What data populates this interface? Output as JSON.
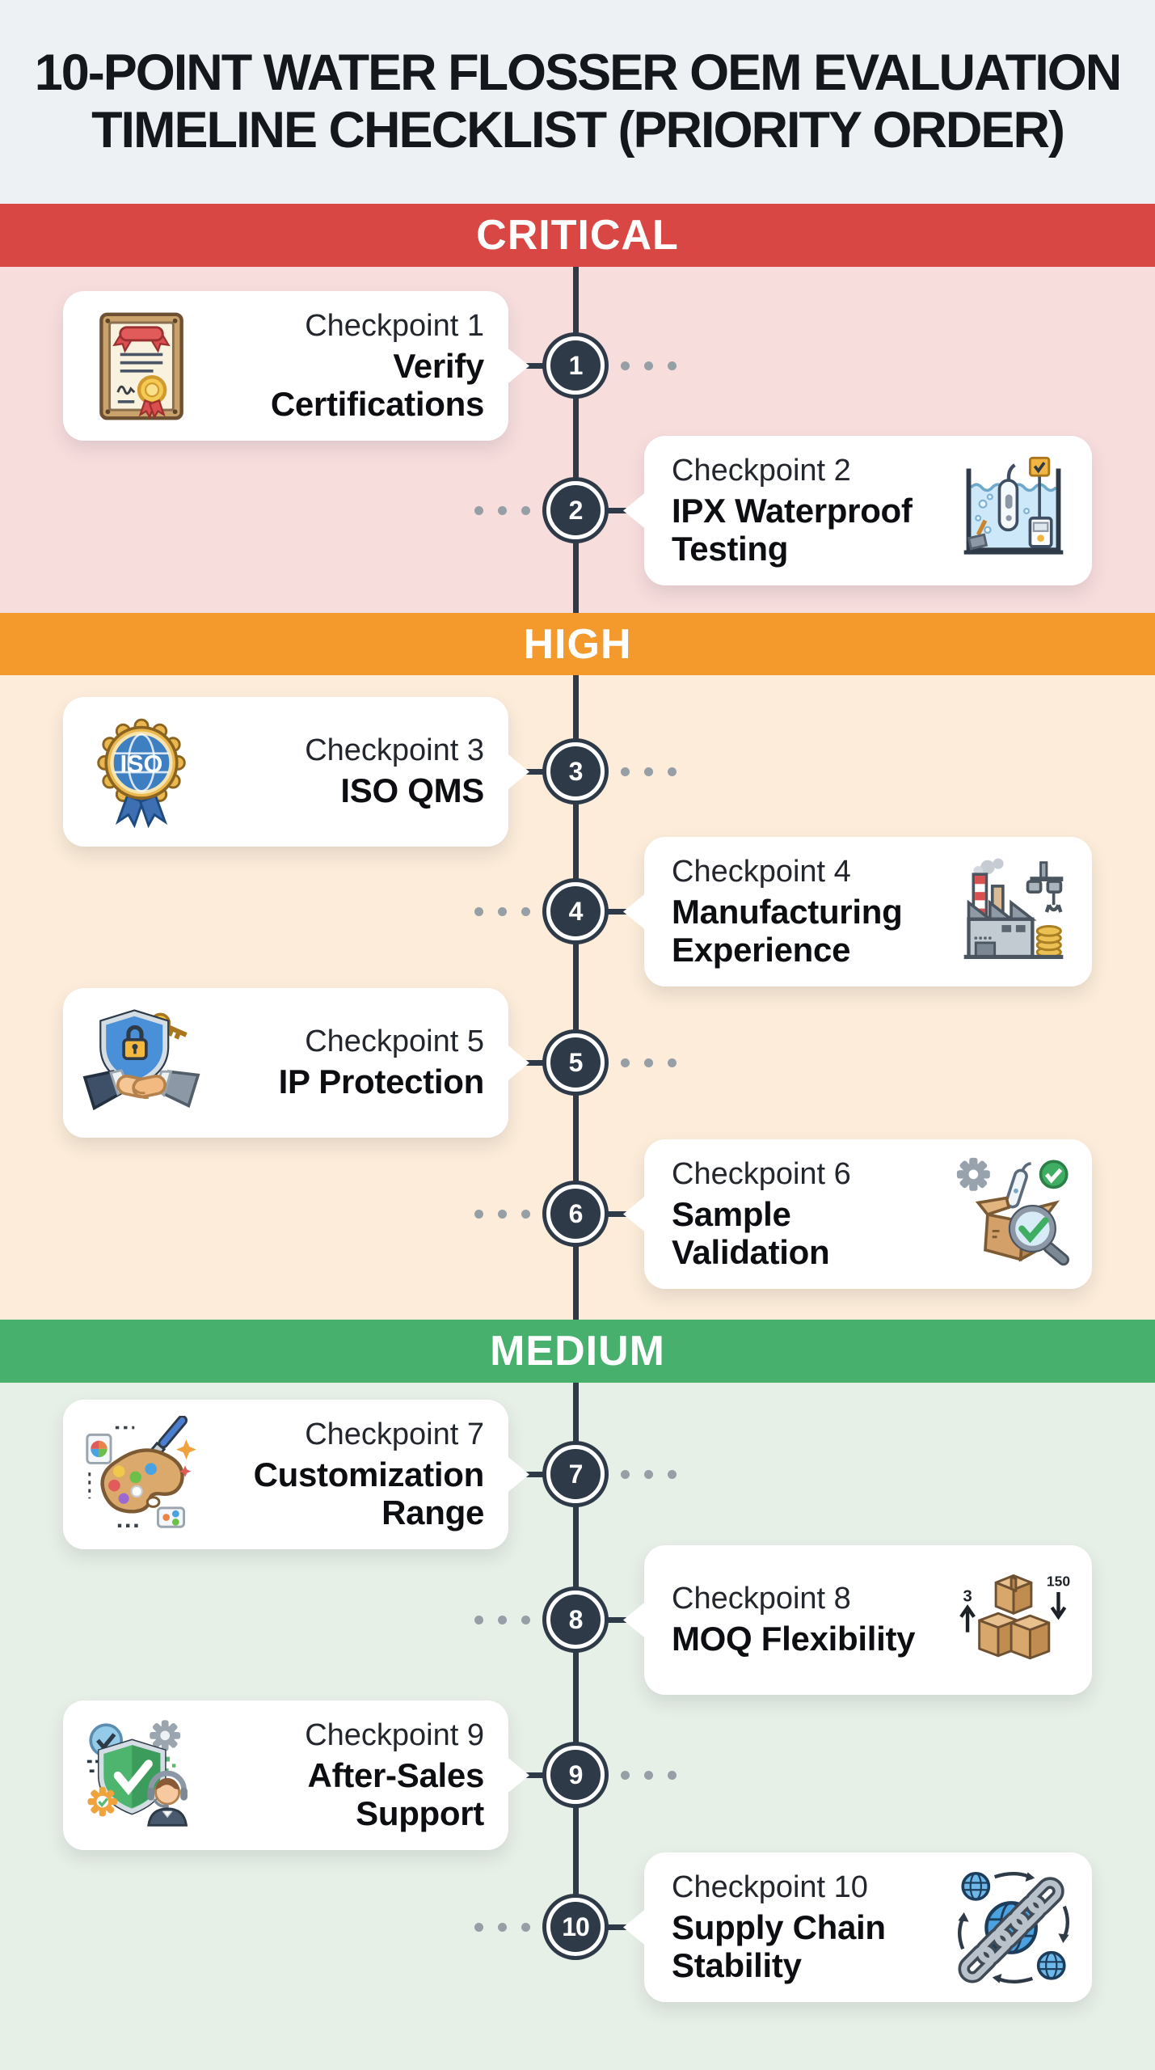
{
  "header": {
    "title_line1": "10-POINT WATER FLOSSER OEM EVALUATION",
    "title_line2": "TIMELINE CHECKLIST (PRIORITY ORDER)"
  },
  "sections": [
    {
      "label": "CRITICAL",
      "band_color": "#d84743",
      "bg_color": "#f8dddd"
    },
    {
      "label": "HIGH",
      "band_color": "#f49a2d",
      "bg_color": "#fcecd9"
    },
    {
      "label": "MEDIUM",
      "band_color": "#46b06c",
      "bg_color": "#e7f0e7"
    }
  ],
  "checkpoints": [
    {
      "num": "1",
      "kicker": "Checkpoint 1",
      "label": "Verify Certifications",
      "icon": "certificate-icon",
      "section": "CRITICAL"
    },
    {
      "num": "2",
      "kicker": "Checkpoint 2",
      "label": "IPX Waterproof Testing",
      "icon": "waterproof-testing-icon",
      "section": "CRITICAL"
    },
    {
      "num": "3",
      "kicker": "Checkpoint 3",
      "label": "ISO QMS",
      "icon": "iso-badge-icon",
      "section": "HIGH"
    },
    {
      "num": "4",
      "kicker": "Checkpoint 4",
      "label": "Manufacturing Experience",
      "icon": "factory-icon",
      "section": "HIGH"
    },
    {
      "num": "5",
      "kicker": "Checkpoint 5",
      "label": "IP Protection",
      "icon": "ip-protection-icon",
      "section": "HIGH"
    },
    {
      "num": "6",
      "kicker": "Checkpoint 6",
      "label": "Sample Validation",
      "icon": "sample-validation-icon",
      "section": "HIGH"
    },
    {
      "num": "7",
      "kicker": "Checkpoint 7",
      "label": "Customization Range",
      "icon": "palette-icon",
      "section": "MEDIUM"
    },
    {
      "num": "8",
      "kicker": "Checkpoint 8",
      "label": "MOQ Flexibility",
      "icon": "moq-boxes-icon",
      "section": "MEDIUM"
    },
    {
      "num": "9",
      "kicker": "Checkpoint 9",
      "label": "After-Sales Support",
      "icon": "after-sales-icon",
      "section": "MEDIUM"
    },
    {
      "num": "10",
      "kicker": "Checkpoint 10",
      "label": "Supply Chain Stability",
      "icon": "supply-chain-icon",
      "section": "MEDIUM"
    }
  ],
  "icon_labels": {
    "iso": "ISO",
    "moq_min": "3",
    "moq_max": "150"
  },
  "colors": {
    "header_bg": "#eef1f4",
    "title_text": "#14181d",
    "timeline": "#2e3a48",
    "node_fill": "#2e3a48",
    "dots": "#969ea6",
    "card_bg": "#ffffff"
  }
}
